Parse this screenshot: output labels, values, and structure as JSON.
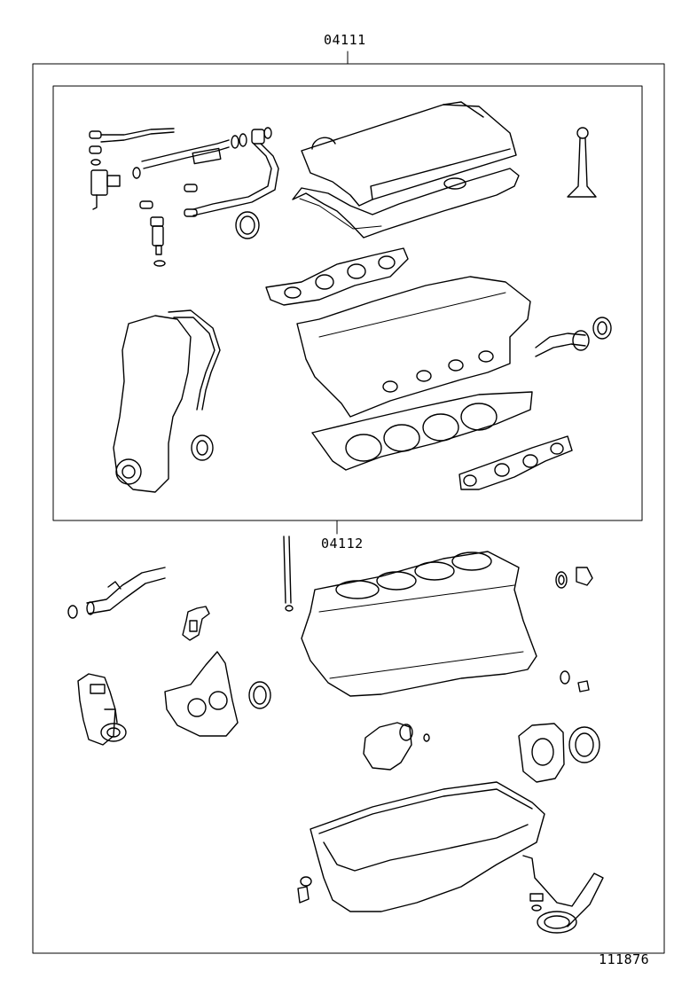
{
  "diagram": {
    "labels": {
      "kit_upper": "04111",
      "kit_lower": "04112",
      "illustration_number": "111876"
    },
    "parts": [
      "timing-cover-gasket-set",
      "cylinder-head-cover-gasket",
      "intake-manifold-gasket",
      "cylinder-head-gasket",
      "exhaust-manifold-gasket",
      "valve",
      "fuel-injector-seals",
      "oil-seal",
      "cylinder-block",
      "water-pump-gasket",
      "thermostat-housing-gasket",
      "oil-pan-gasket",
      "oil-strainer-gasket",
      "rear-oil-seal-retainer"
    ]
  }
}
